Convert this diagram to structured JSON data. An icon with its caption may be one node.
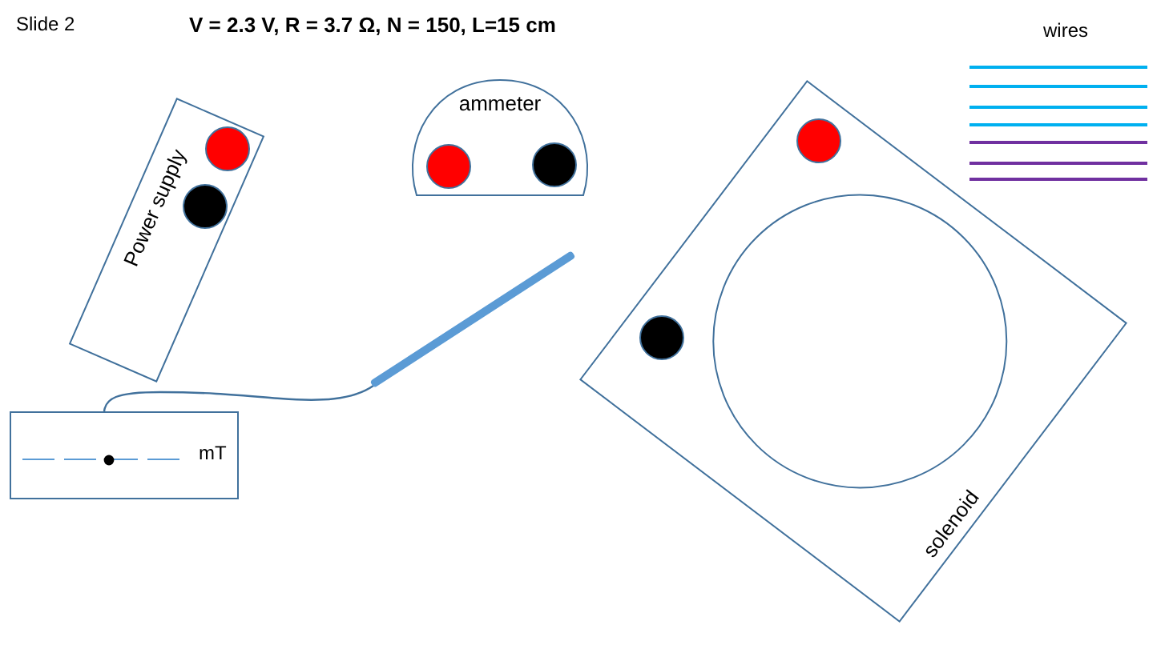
{
  "diagram": {
    "title": "V = 2.3 V, R = 3.7 Ω, N = 150, L=15 cm",
    "nodes": [
      {
        "text": [
          "Power supply"
        ]
      },
      {
        "text": [
          "ammeter"
        ]
      },
      {
        "text": [
          "solenoid"
        ]
      },
      {
        "text": [
          "mT"
        ]
      },
      {
        "text": [],
        "shape": "bar"
      },
      {
        "text": [],
        "shape": "circle",
        "in": 2
      }
    ],
    "edges": [
      {
        "from": 3,
        "to": 4,
        "arrow": "none"
      }
    ],
    "labels": [
      "Slide 2",
      "wires"
    ]
  }
}
